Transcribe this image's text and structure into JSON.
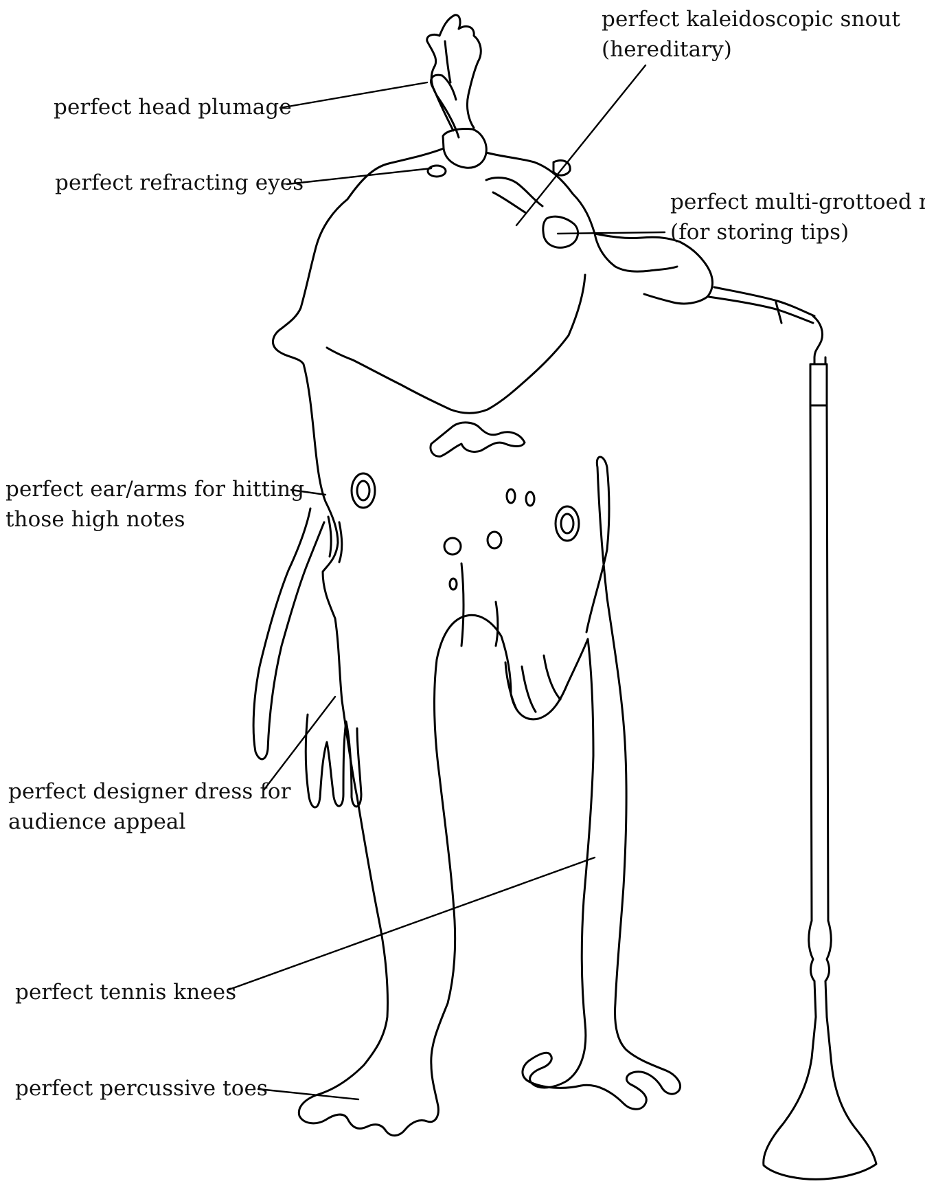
{
  "callouts": {
    "head_plumage": "perfect head plumage",
    "snout_line1": "perfect kaleidoscopic snout",
    "snout_line2": "(hereditary)",
    "eyes": "perfect refracting eyes",
    "mouth_line1": "perfect multi-grottoed m",
    "mouth_line2": "(for storing tips)",
    "ear_arms_line1": "perfect ear/arms for hitting",
    "ear_arms_line2": "those high notes",
    "dress_line1": "perfect designer dress for",
    "dress_line2": "audience appeal",
    "knees": "perfect tennis knees",
    "toes": "perfect percussive toes"
  },
  "colors": {
    "ink": "#000000",
    "paper": "#ffffff"
  }
}
